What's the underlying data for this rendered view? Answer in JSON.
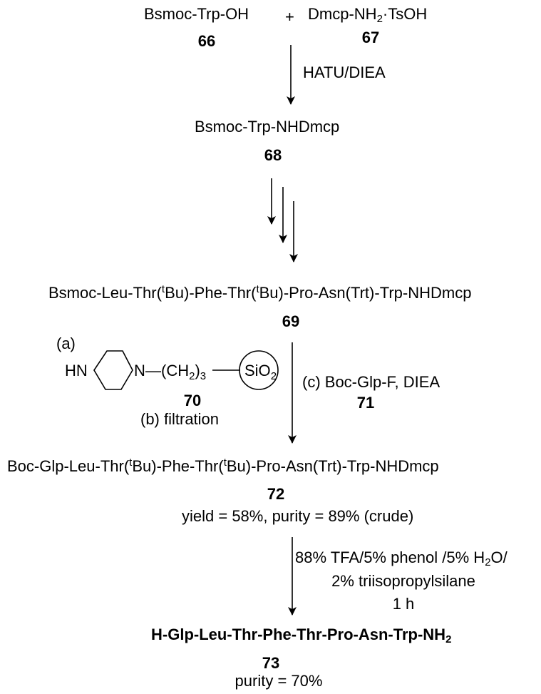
{
  "scheme": {
    "step1": {
      "reactant_a": "Bsmoc-Trp-OH",
      "reactant_a_id": "66",
      "plus": "+",
      "reactant_b_main": "Dmcp-NH",
      "reactant_b_sub": "2",
      "reactant_b_tail": "·TsOH",
      "reactant_b_id": "67",
      "reagent": "HATU/DIEA"
    },
    "step2": {
      "product": "Bsmoc-Trp-NHDmcp",
      "product_id": "68"
    },
    "step3": {
      "p1": "Bsmoc-Leu-Thr(",
      "sup1": "t",
      "p2": "Bu)-Phe-Thr(",
      "sup2": "t",
      "p3": "Bu)-Pro-Asn(Trt)-Trp-NHDmcp",
      "id": "69"
    },
    "reagent_70": {
      "label_a": "(a)",
      "hn": "HN",
      "n": "N",
      "chain_a": "—(CH",
      "chain_sub": "2",
      "chain_b": ")",
      "chain_sub2": "3",
      "sio_main": "SiO",
      "sio_sub": "2",
      "id": "70",
      "filtration": "(b) filtration"
    },
    "reagent_71": {
      "text": "(c) Boc-Glp-F, DIEA",
      "id": "71"
    },
    "step4": {
      "p1": "Boc-Glp-Leu-Thr(",
      "sup1": "t",
      "p2": "Bu)-Phe-Thr(",
      "sup2": "t",
      "p3": "Bu)-Pro-Asn(Trt)-Trp-NHDmcp",
      "id": "72",
      "yield": "yield = 58%, purity = 89% (crude)"
    },
    "cleavage": {
      "line1_a": "88% TFA/5% phenol /5% H",
      "line1_sub": "2",
      "line1_b": "O/",
      "line2": "2% triisopropylsilane",
      "line3": "1 h"
    },
    "final": {
      "main": "H-Glp-Leu-Thr-Phe-Thr-Pro-Asn-Trp-NH",
      "sub": "2",
      "id": "73",
      "purity": "purity = 70%"
    }
  }
}
